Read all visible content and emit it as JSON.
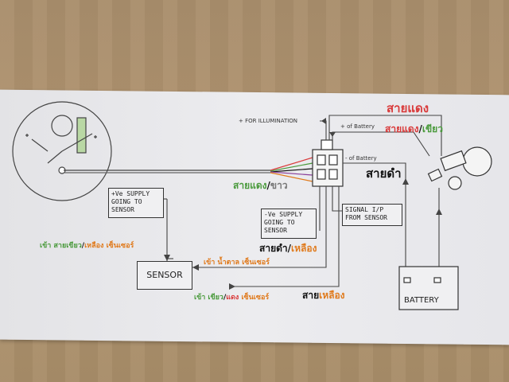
{
  "labels": {
    "illumination": "+ FOR ILLUMINATION",
    "of_battery_plus": "+ of Battery",
    "of_battery_minus": "- of Battery",
    "ve_supply_pos": [
      "+Ve SUPPLY",
      "GOING TO",
      "SENSOR"
    ],
    "ve_supply_neg": [
      "-Ve SUPPLY",
      "GOING TO",
      "SENSOR"
    ],
    "signal_ip": [
      "SIGNAL I/P",
      "FROM SENSOR"
    ],
    "sensor": "SENSOR",
    "battery": "BATTERY"
  },
  "thai": {
    "red_wire": "สายแดง",
    "red_green_a": "สายแดง",
    "red_green_sep": "/",
    "red_green_b": "เขียว",
    "black_wire": "สายดำ",
    "red_white_a": "สายแดง",
    "red_white_sep": "/",
    "red_white_b": "ขาว",
    "black_yellow_a": "สายดำ",
    "black_yellow_sep": "/",
    "black_yellow_b": "เหลือง",
    "green_yellow_a": "เข้า สายเขียว",
    "green_yellow_sep": "/",
    "green_yellow_b": "เหลือง",
    "green_yellow_c": "เซ็นเซอร์",
    "brown_a": "เข้า น้ำตาล",
    "brown_b": "เซ็นเซอร์",
    "green_red_a": "เข้า เขียว",
    "green_red_sep": "/",
    "green_red_b": "แดง",
    "green_red_c": "เซ็นเซอร์",
    "yellow_wire_a": "สาย",
    "yellow_wire_b": "เหลือง"
  },
  "colors": {
    "red": "#d93a3a",
    "green": "#4a9a3c",
    "orange": "#e07a1c",
    "purple": "#8a3f9a",
    "brown": "#8b5a2b",
    "line": "#444444"
  }
}
